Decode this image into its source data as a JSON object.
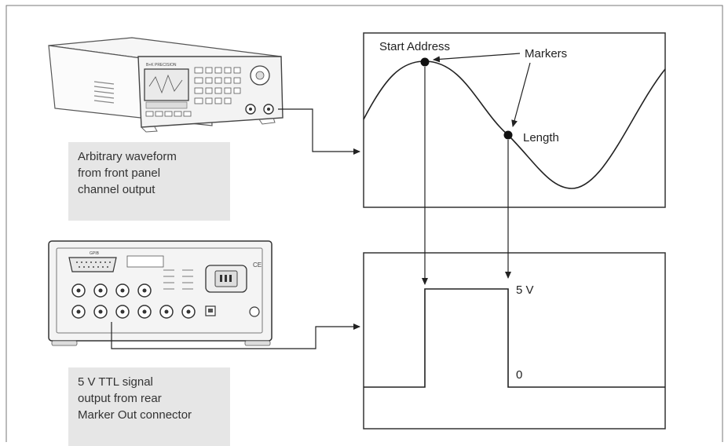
{
  "labels": {
    "start_address": "Start Address",
    "markers": "Markers",
    "length": "Length",
    "level_high": "5 V",
    "level_low": "0"
  },
  "captions": {
    "front": [
      "Arbitrary waveform",
      "from front panel",
      "channel output"
    ],
    "rear": [
      "5 V TTL signal",
      "output from rear",
      "Marker Out connector"
    ]
  },
  "devices": {
    "front_brand": "B+K PRECISION",
    "rear_tags": [
      "GPIB",
      "CE"
    ]
  },
  "colors": {
    "line": "#222222",
    "frame": "#666666",
    "caption_bg": "#e6e6e6",
    "device_body": "#f2f2f2"
  }
}
